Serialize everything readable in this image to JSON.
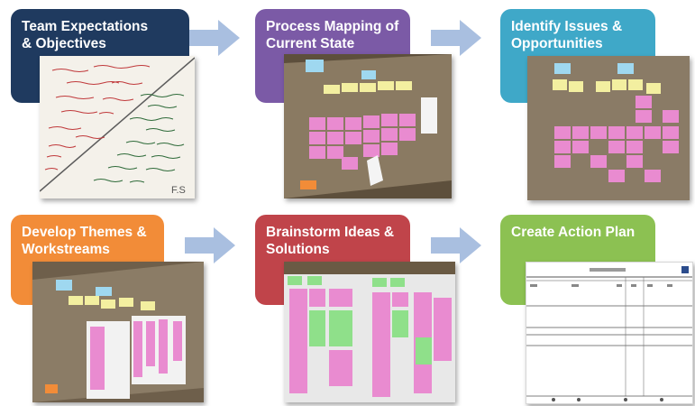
{
  "steps": [
    {
      "title_line1": "Team Expectations",
      "title_line2": "& Objectives",
      "color": "#1f3a5f",
      "photo": "whiteboard-with-handwritten-notes"
    },
    {
      "title_line1": "Process Mapping of",
      "title_line2": "Current State",
      "color": "#7b5aa6",
      "photo": "wall-with-sticky-notes"
    },
    {
      "title_line1": "Identify Issues &",
      "title_line2": "Opportunities",
      "color": "#3fa8c8",
      "photo": "wall-with-sticky-notes"
    },
    {
      "title_line1": "Develop Themes &",
      "title_line2": "Workstreams",
      "color": "#f28c38",
      "photo": "wall-with-sticky-notes"
    },
    {
      "title_line1": "Brainstorm Ideas &",
      "title_line2": "Solutions",
      "color": "#c0444a",
      "photo": "board-with-sticky-notes"
    },
    {
      "title_line1": "Create Action Plan",
      "title_line2": "",
      "color": "#8cc152",
      "photo": "action-plan-document"
    }
  ],
  "whiteboard_corner_text": "F.S",
  "arrow_color": "#a9bfe0",
  "note_colors": {
    "pink": "#e98bd0",
    "yellow": "#f3efa0",
    "green": "#8fe08a",
    "blue": "#9fd8f0"
  }
}
